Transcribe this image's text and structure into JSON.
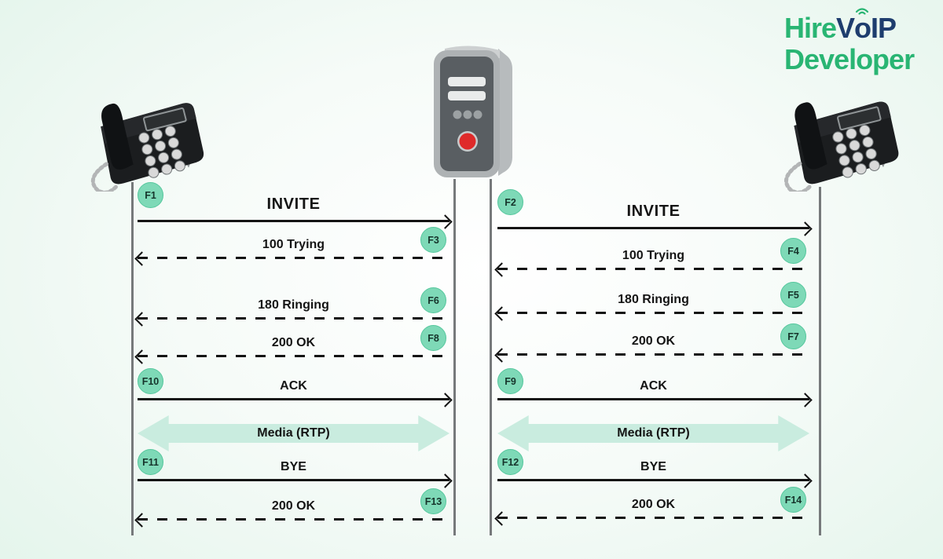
{
  "logo": {
    "word1_green": "Hire",
    "word1_navy_v": "V",
    "word1_navy_o": "o",
    "word1_navy_ip": "IP",
    "word2": "Developer"
  },
  "colors": {
    "brand_green": "#29b573",
    "brand_navy": "#1e3d6e",
    "badge_fill": "#7ed9b7",
    "badge_border": "#55c79d",
    "media_fill": "#c9ecdf",
    "arrow_line": "#141414",
    "lifeline": "#76797b",
    "background_tint": "#e2f4ea",
    "server_button_red": "#df2a2a"
  },
  "nodes": {
    "left_phone_icon": "black-desk-phone-icon",
    "server_icon": "server-tower-icon",
    "right_phone_icon": "black-desk-phone-icon"
  },
  "flows": {
    "left": {
      "rows": [
        {
          "label": "INVITE",
          "badge": "F1",
          "badge_side": "left",
          "direction": "right",
          "line": "solid"
        },
        {
          "label": "100 Trying",
          "badge": "F3",
          "badge_side": "right",
          "direction": "left",
          "line": "dashed"
        },
        {
          "label": "180 Ringing",
          "badge": "F6",
          "badge_side": "right",
          "direction": "left",
          "line": "dashed"
        },
        {
          "label": "200 OK",
          "badge": "F8",
          "badge_side": "right",
          "direction": "left",
          "line": "dashed"
        },
        {
          "label": "ACK",
          "badge": "F10",
          "badge_side": "left",
          "direction": "right",
          "line": "solid"
        },
        {
          "label": "Media (RTP)",
          "type": "media",
          "direction": "both"
        },
        {
          "label": "BYE",
          "badge": "F11",
          "badge_side": "left",
          "direction": "right",
          "line": "solid"
        },
        {
          "label": "200 OK",
          "badge": "F13",
          "badge_side": "right",
          "direction": "left",
          "line": "dashed"
        }
      ]
    },
    "right": {
      "rows": [
        {
          "label": "INVITE",
          "badge": "F2",
          "badge_side": "left",
          "direction": "right",
          "line": "solid"
        },
        {
          "label": "100 Trying",
          "badge": "F4",
          "badge_side": "right",
          "direction": "left",
          "line": "dashed"
        },
        {
          "label": "180 Ringing",
          "badge": "F5",
          "badge_side": "right",
          "direction": "left",
          "line": "dashed"
        },
        {
          "label": "200 OK",
          "badge": "F7",
          "badge_side": "right",
          "direction": "left",
          "line": "dashed"
        },
        {
          "label": "ACK",
          "badge": "F9",
          "badge_side": "left",
          "direction": "right",
          "line": "solid"
        },
        {
          "label": "Media (RTP)",
          "type": "media",
          "direction": "both"
        },
        {
          "label": "BYE",
          "badge": "F12",
          "badge_side": "left",
          "direction": "right",
          "line": "solid"
        },
        {
          "label": "200 OK",
          "badge": "F14",
          "badge_side": "right",
          "direction": "left",
          "line": "dashed"
        }
      ]
    }
  }
}
